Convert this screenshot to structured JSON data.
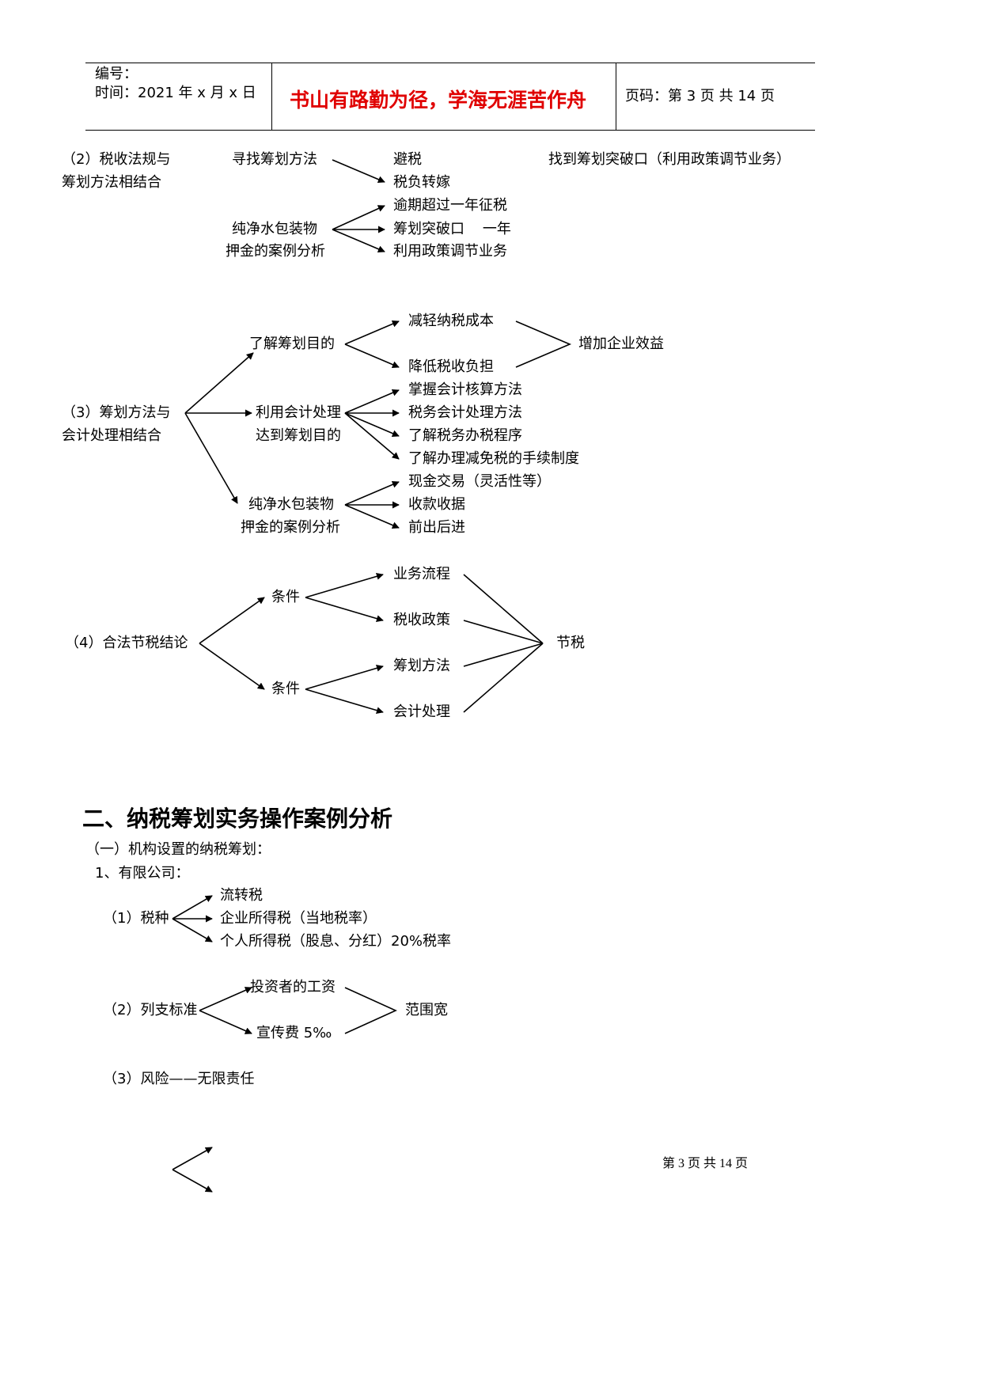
{
  "header": {
    "serial_label": "编号：",
    "time_label": "时间：2021 年 x 月 x 日",
    "motto": "书山有路勤为径，学海无涯苦作舟",
    "page_label": "页码：第 3 页  共 14 页"
  },
  "section2": {
    "label_line1": "（2）税收法规与",
    "label_line2": "筹划方法相结合",
    "find_method": "寻找筹划方法",
    "avoid_tax": "避税",
    "shift_burden": "税负转嫁",
    "breakthrough": "找到筹划突破口（利用政策调节业务）",
    "case_line1": "纯净水包装物",
    "case_line2": "押金的案例分析",
    "overdue": "逾期超过一年征税",
    "breakpoint": "筹划突破口    一年",
    "policy_adjust": "利用政策调节业务"
  },
  "section3": {
    "label_line1": "（3）筹划方法与",
    "label_line2": "会计处理相结合",
    "understand_goal": "了解筹划目的",
    "reduce_cost": "减轻纳税成本",
    "lower_burden": "降低税收负担",
    "increase_benefit": "增加企业效益",
    "use_accounting_line1": "利用会计处理",
    "use_accounting_line2": "达到筹划目的",
    "master_accounting": "掌握会计核算方法",
    "tax_accounting": "税务会计处理方法",
    "tax_procedure": "了解税务办税程序",
    "exemption_procedure": "了解办理减免税的手续制度",
    "case_line1": "纯净水包装物",
    "case_line2": "押金的案例分析",
    "cash_trade": "现金交易（灵活性等）",
    "receipt": "收款收据",
    "in_out": "前出后进"
  },
  "section4": {
    "label": "（4）合法节税结论",
    "condition_a": "条件",
    "condition_b": "条件",
    "business_flow": "业务流程",
    "tax_policy": "税收政策",
    "planning_method": "筹划方法",
    "accounting": "会计处理",
    "save_tax": "节税"
  },
  "part_two": {
    "heading": "二、纳税筹划实务操作案例分析",
    "sub1": "（一）机构设置的纳税筹划：",
    "item1": "1、有限公司：",
    "tax_types_label": "（1）税种",
    "turnover_tax": "流转税",
    "corporate_tax": "企业所得税（当地税率）",
    "personal_tax": "个人所得税（股息、分红）20%税率",
    "expense_label": "（2）列支标准",
    "investor_salary": "投资者的工资",
    "advert_fee": "宣传费 5‰",
    "wide_scope": "范围宽",
    "risk": "（3）风险——无限责任"
  },
  "footer": {
    "page_text": "第 3 页 共 14 页"
  }
}
